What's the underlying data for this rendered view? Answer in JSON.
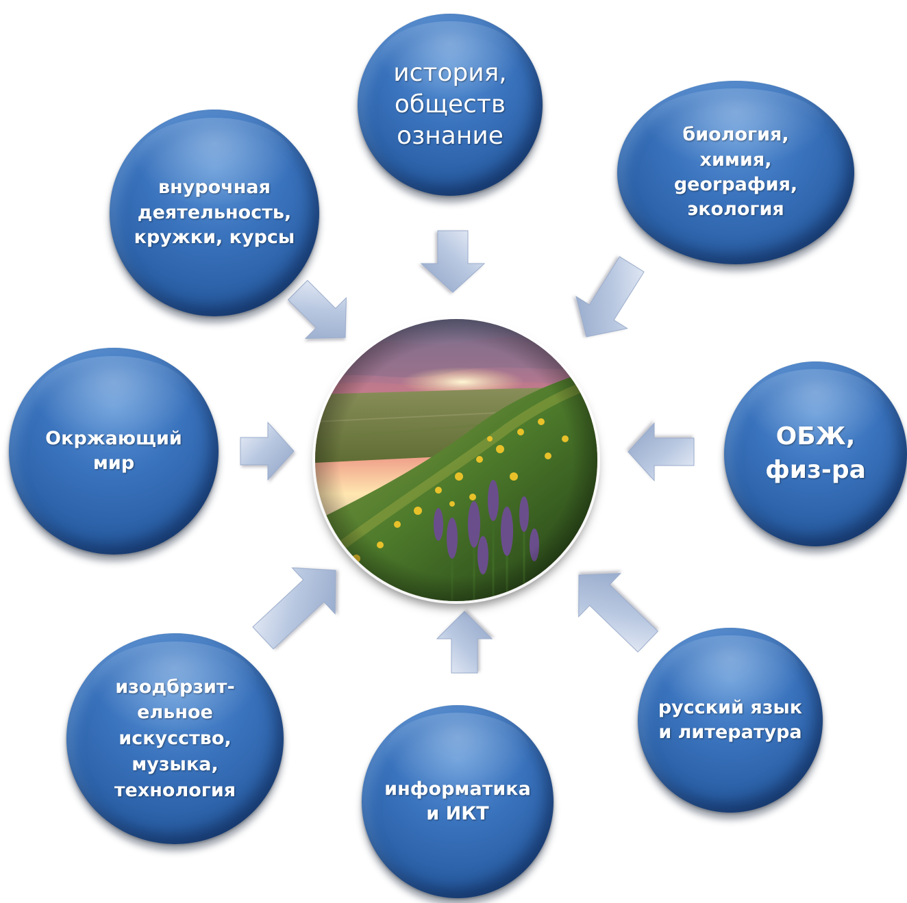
{
  "diagram": {
    "center": {
      "image": "landscape-photo"
    },
    "nodes": [
      {
        "id": "history",
        "label": "история,\nобществ\nознание"
      },
      {
        "id": "biology",
        "label": "биология,\nхимия,\ngeorрафия,\nэкология"
      },
      {
        "id": "obzh",
        "label": "ОБЖ,\nфиз-ра"
      },
      {
        "id": "russian",
        "label": "русский язык\nи литература"
      },
      {
        "id": "informatics",
        "label": "информатика\nи ИКТ"
      },
      {
        "id": "art",
        "label": "изодбрзит-\nельное\nискусство,\nмузыка,\nтехнология"
      },
      {
        "id": "world",
        "label": "Окржающий\nмир"
      },
      {
        "id": "extracurricular",
        "label": "внурочная\nдеятельность,\nкружки, курсы"
      }
    ],
    "colors": {
      "node": "#2f67ad",
      "arrow": "#a9bbd8",
      "arrow_highlight": "#eef2fa"
    }
  }
}
